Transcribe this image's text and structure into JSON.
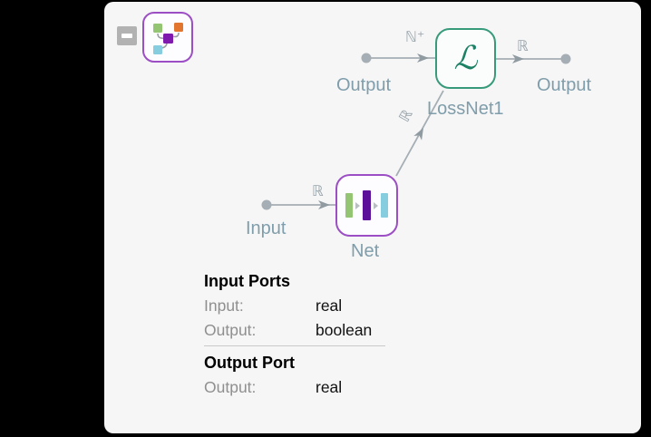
{
  "graph": {
    "loss_node": {
      "glyph": "ℒ",
      "label": "LossNet1"
    },
    "net_node": {
      "label": "Net"
    },
    "ports": {
      "left_output": {
        "label": "Output",
        "type": "ℕ⁺"
      },
      "right_output": {
        "label": "Output",
        "type": "ℝ"
      },
      "input": {
        "label": "Input",
        "type": "ℝ"
      },
      "internal_edge": {
        "type": "ℝ"
      }
    }
  },
  "ports_table": {
    "input_ports": {
      "title": "Input Ports",
      "rows": [
        {
          "name": "Input:",
          "value": "real"
        },
        {
          "name": "Output:",
          "value": "boolean"
        }
      ]
    },
    "output_port": {
      "title": "Output Port",
      "rows": [
        {
          "name": "Output:",
          "value": "real"
        }
      ]
    }
  },
  "colors": {
    "loss_accent": "#379b7b",
    "net_accent": "#9c4fc4",
    "edge": "#a5aeb4",
    "port_label": "#7f9dab",
    "panel_bg": "#f6f6f6"
  }
}
